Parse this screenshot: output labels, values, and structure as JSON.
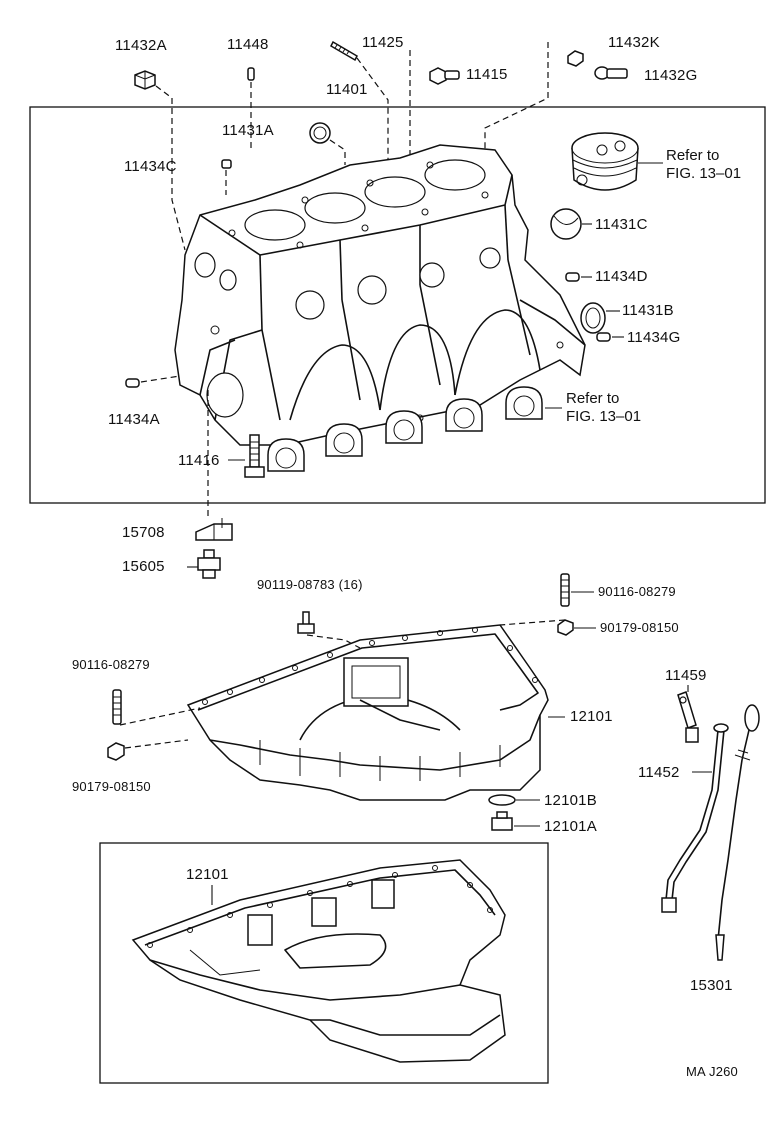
{
  "labels": {
    "p11432A": "11432A",
    "p11448": "11448",
    "p11425": "11425",
    "p11432K": "11432K",
    "p11415": "11415",
    "p11432G": "11432G",
    "p11401": "11401",
    "p11431A": "11431A",
    "p11434C": "11434C",
    "p11431C": "11431C",
    "p11434D": "11434D",
    "p11431B": "11431B",
    "p11434G": "11434G",
    "p11434A": "11434A",
    "p11416": "11416",
    "p15708": "15708",
    "p15605": "15605",
    "p90119": "90119-08783 (16)",
    "p90116_r": "90116-08279",
    "p90179_r": "90179-08150",
    "p90116_l": "90116-08279",
    "p90179_l": "90179-08150",
    "p12101": "12101",
    "p12101B": "12101B",
    "p12101A": "12101A",
    "p12101_box": "12101",
    "p11459": "11459",
    "p11452": "11452",
    "p15301": "15301"
  },
  "references": {
    "piston": {
      "line1": "Refer to",
      "line2": "FIG. 13–01"
    },
    "bearings": {
      "line1": "Refer to",
      "line2": "FIG. 13–01"
    }
  },
  "footer": {
    "code": "MA J260"
  }
}
